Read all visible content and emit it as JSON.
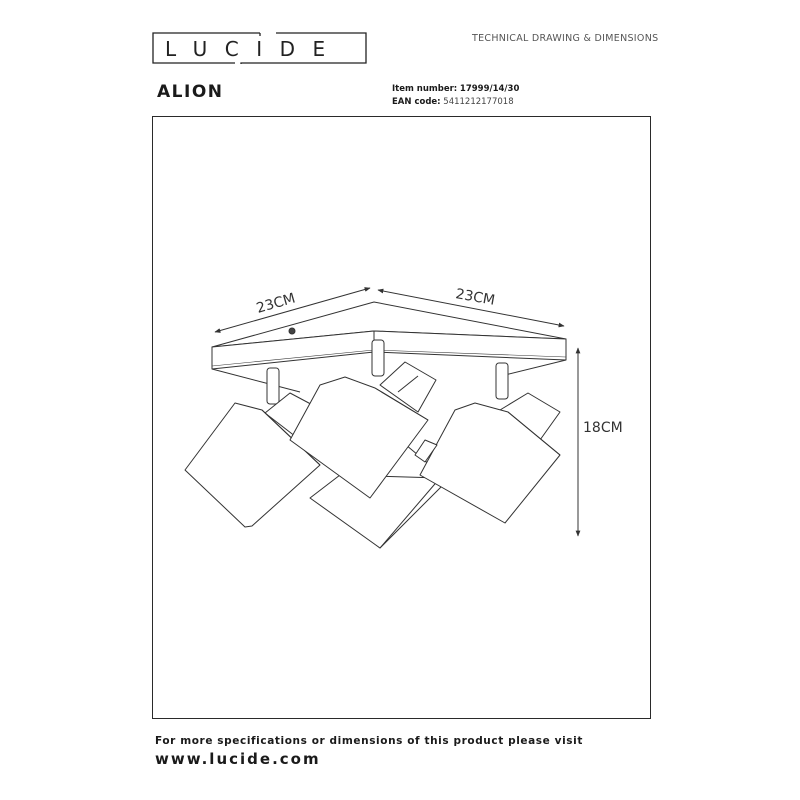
{
  "header": {
    "brand": "LUCIDE",
    "document_type": "TECHNICAL DRAWING & DIMENSIONS",
    "product_name": "ALION",
    "item_number_label": "Item number:",
    "item_number": "17999/14/30",
    "ean_label": "EAN code:",
    "ean_code": "5411212177018"
  },
  "drawing": {
    "dimensions": {
      "width_left": "23CM",
      "width_right": "23CM",
      "height": "18CM"
    },
    "line_color": "#2a2a2a"
  },
  "footer": {
    "note": "For more specifications or dimensions of this product please visit",
    "url": "www.lucide.com"
  }
}
